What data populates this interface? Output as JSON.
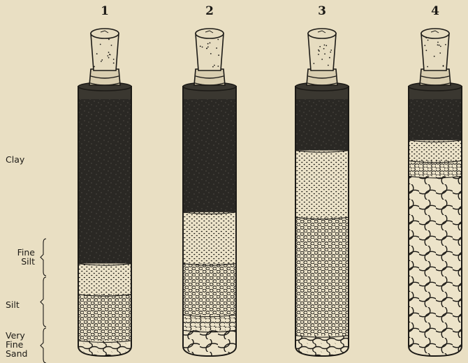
{
  "tube_numbers": [
    "1",
    "2",
    "3",
    "4"
  ],
  "labels": {
    "clay": "Clay",
    "fine_silt": [
      "Fine",
      "Silt"
    ],
    "silt": "Silt",
    "very_fine_sand": [
      "Very",
      "Fine",
      "Sand"
    ]
  },
  "tubes": [
    {
      "layers": [
        {
          "kind": "clay",
          "share": 0.64
        },
        {
          "kind": "fine_silt",
          "share": 0.12
        },
        {
          "kind": "silt",
          "share": 0.18
        },
        {
          "kind": "very_fine_sand",
          "share": 0.06
        }
      ]
    },
    {
      "layers": [
        {
          "kind": "clay",
          "share": 0.44
        },
        {
          "kind": "fine_silt",
          "share": 0.2
        },
        {
          "kind": "silt",
          "share": 0.2
        },
        {
          "kind": "fine_grains",
          "share": 0.06
        },
        {
          "kind": "sand",
          "share": 0.1
        }
      ]
    },
    {
      "layers": [
        {
          "kind": "clay",
          "share": 0.2
        },
        {
          "kind": "fine_silt",
          "share": 0.26
        },
        {
          "kind": "silt",
          "share": 0.46
        },
        {
          "kind": "very_fine_sand",
          "share": 0.08
        }
      ]
    },
    {
      "layers": [
        {
          "kind": "clay",
          "share": 0.16
        },
        {
          "kind": "fine_silt",
          "share": 0.08
        },
        {
          "kind": "silt_grains",
          "share": 0.06
        },
        {
          "kind": "coarse_grains",
          "share": 0.7
        }
      ]
    }
  ],
  "colors": {
    "background": "#e9dfc3",
    "ink": "#1c1a16",
    "clay": "#2a2824",
    "cork": "#e6dcc0"
  }
}
